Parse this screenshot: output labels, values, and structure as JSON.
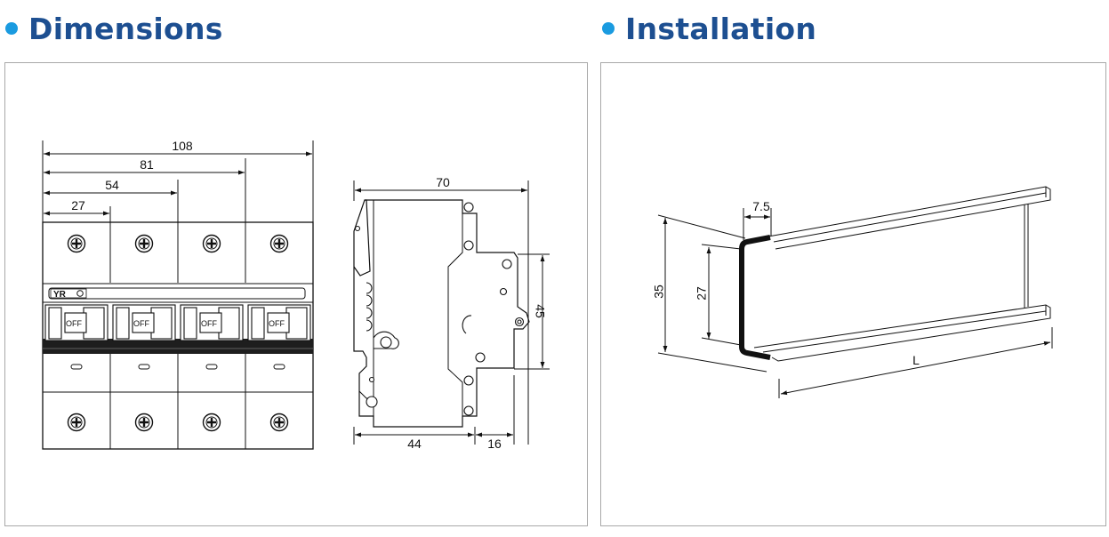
{
  "sections": {
    "dimensions": {
      "title": "Dimensions"
    },
    "installation": {
      "title": "Installation"
    }
  },
  "front_view": {
    "dims": [
      "108",
      "81",
      "54",
      "27"
    ],
    "brand": "YR",
    "switch_state": "OFF"
  },
  "side_view": {
    "dims": {
      "depth": "70",
      "height": "45",
      "base": "44",
      "lever": "16"
    }
  },
  "rail": {
    "dims": {
      "lip": "7.5",
      "height": "35",
      "inner": "27",
      "length": "L"
    }
  },
  "colors": {
    "title": "#1d4f91",
    "bullet": "#1a9be0",
    "border": "#a8a8a8"
  }
}
